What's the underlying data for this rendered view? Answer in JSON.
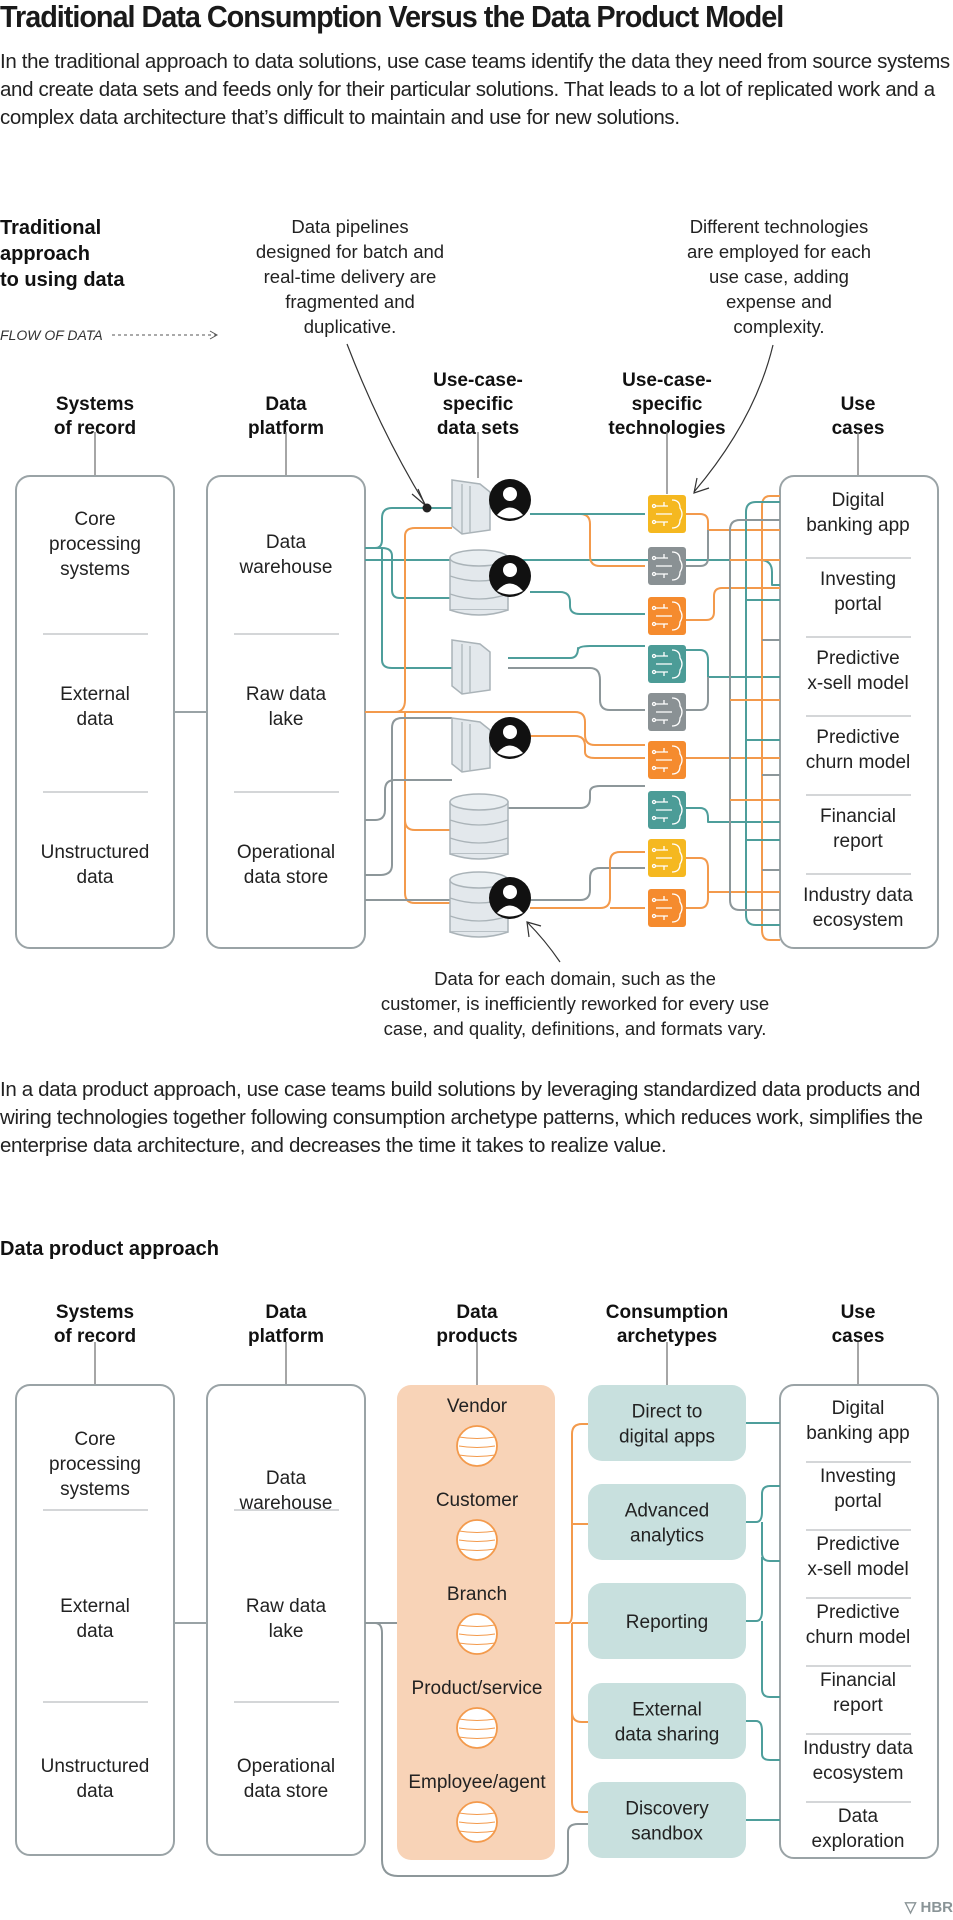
{
  "title": "Traditional Data Consumption Versus the Data Product Model",
  "intro": "In the traditional approach to data solutions, use case teams identify the data they need from source systems and create data sets and feeds only for their particular solutions. That leads to a lot of replicated work and a complex data architecture that’s difficult to maintain and use for new solutions.",
  "colors": {
    "teal_line": "#4e9e9b",
    "orange_line": "#f39a4c",
    "gray_line": "#8d979a",
    "box_stroke": "#9aa3a6",
    "yellow_tile": "#f5b820",
    "gray_tile": "#8a9194",
    "orange_tile": "#f58b2e",
    "teal_tile": "#4c9c97",
    "product_fill": "#f8d3b7",
    "archetype_fill": "#c8e0de"
  },
  "traditional": {
    "heading": [
      "Traditional",
      "approach",
      "to using data"
    ],
    "flow_label": "FLOW OF DATA",
    "annotations": {
      "pipelines": [
        "Data pipelines",
        "designed for batch and",
        "real-time delivery are",
        "fragmented and",
        "duplicative."
      ],
      "technologies": [
        "Different technologies",
        "are employed for each",
        "use case, adding",
        "expense and",
        "complexity."
      ],
      "domain": [
        "Data for each domain, such as the",
        "customer, is inefficiently reworked for every use",
        "case, and quality, definitions, and formats vary."
      ]
    },
    "columns": {
      "systems_of_record": [
        "Systems",
        "of record"
      ],
      "data_platform": [
        "Data",
        "platform"
      ],
      "data_sets": [
        "Use-case-",
        "specific",
        "data sets"
      ],
      "technologies": [
        "Use-case-",
        "specific",
        "technologies"
      ],
      "use_cases": [
        "Use",
        "cases"
      ]
    },
    "systems_of_record": [
      [
        "Core",
        "processing",
        "systems"
      ],
      [
        "External",
        "data"
      ],
      [
        "Unstructured",
        "data"
      ]
    ],
    "data_platform": [
      [
        "Data",
        "warehouse"
      ],
      [
        "Raw data",
        "lake"
      ],
      [
        "Operational",
        "data store"
      ]
    ],
    "data_sets": [
      {
        "icon": "documents",
        "person": true
      },
      {
        "icon": "database",
        "person": true
      },
      {
        "icon": "documents",
        "person": false
      },
      {
        "icon": "documents",
        "person": true
      },
      {
        "icon": "database",
        "person": false
      },
      {
        "icon": "database",
        "person": true
      }
    ],
    "technologies": [
      "yellow",
      "gray",
      "orange",
      "teal",
      "gray",
      "orange",
      "teal",
      "yellow",
      "orange"
    ],
    "use_cases": [
      [
        "Digital",
        "banking app"
      ],
      [
        "Investing",
        "portal"
      ],
      [
        "Predictive",
        "x-sell model"
      ],
      [
        "Predictive",
        "churn model"
      ],
      [
        "Financial",
        "report"
      ],
      [
        "Industry data",
        "ecosystem"
      ]
    ]
  },
  "transition": "In a data product approach, use case teams build solutions by leveraging standardized data products and wiring technologies together following consumption archetype patterns, which reduces work, simplifies the enterprise data architecture, and decreases the time it takes to realize value.",
  "product": {
    "heading": "Data product approach",
    "columns": {
      "systems_of_record": [
        "Systems",
        "of record"
      ],
      "data_platform": [
        "Data",
        "platform"
      ],
      "data_products": [
        "Data",
        "products"
      ],
      "archetypes": [
        "Consumption",
        "archetypes"
      ],
      "use_cases": [
        "Use",
        "cases"
      ]
    },
    "systems_of_record": [
      [
        "Core",
        "processing",
        "systems"
      ],
      [
        "External",
        "data"
      ],
      [
        "Unstructured",
        "data"
      ]
    ],
    "data_platform": [
      [
        "Data",
        "warehouse"
      ],
      [
        "Raw data",
        "lake"
      ],
      [
        "Operational",
        "data store"
      ]
    ],
    "data_products": [
      "Vendor",
      "Customer",
      "Branch",
      "Product/service",
      "Employee/agent"
    ],
    "archetypes": [
      [
        "Direct to",
        "digital apps"
      ],
      [
        "Advanced",
        "analytics"
      ],
      [
        "Reporting"
      ],
      [
        "External",
        "data sharing"
      ],
      [
        "Discovery",
        "sandbox"
      ]
    ],
    "use_cases": [
      [
        "Digital",
        "banking app"
      ],
      [
        "Investing",
        "portal"
      ],
      [
        "Predictive",
        "x-sell model"
      ],
      [
        "Predictive",
        "churn model"
      ],
      [
        "Financial",
        "report"
      ],
      [
        "Industry data",
        "ecosystem"
      ],
      [
        "Data",
        "exploration"
      ]
    ]
  },
  "footer": {
    "logo": "HBR"
  }
}
